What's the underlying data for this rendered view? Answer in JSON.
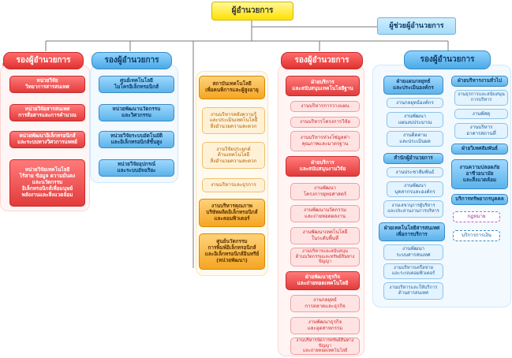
{
  "director": "ผู้อำนวยการ",
  "assistant_director": "ผู้ช่วยผู้อำนวยการ",
  "colors": {
    "red": "#e0322f",
    "blue": "#4ba9e6",
    "orange": "#f5a623",
    "yellow": "#ffe100"
  },
  "col1": {
    "head": "รองผู้อำนวยการ",
    "items": [
      "หน่วยวิจัย\nวิทยาการสารสนเทศ",
      "หน่วยวิจัยสารสนเทศ\nการสื่อสารและการคำนวณ",
      "หน่วยพัฒนาอิเล็กทรอนิกส์\nและระบบทางวิศวการแพทย์",
      "หน่วยวิจัยเทคโนโลยี\nไร้สาย ข้อมูล ความมั่นคง\nและนวัตกรรม\nอิเล็กทรอนิกส์เพื่อมนุษย์\nพลังงานและสิ่งแวดล้อม"
    ]
  },
  "col2": {
    "head": "รองผู้อำนวยการ",
    "items": [
      "ศูนย์เทคโนโลยี\nไมโครอิเล็กทรอนิกส์",
      "หน่วยพัฒนานวัตกรรม\nและวิศวกรรม",
      "หน่วยวิจัยระบบอัตโนมัติ\nและอิเล็กทรอนิกส์ขั้นสูง",
      "หน่วยวิจัยอุปกรณ์\nและระบบอัจฉริยะ"
    ]
  },
  "col3": {
    "sections": [
      {
        "title": "สถาบันเทคโนโลยี\nเพื่อคนพิการและผู้สูงอายุ",
        "children": [
          "งานบริหารคลังความรู้\nและประเมินเทคโนโลยี\nสิ่งอำนวยความสะดวก",
          "งานวิจัยประยุกต์\nด้านเทคโนโลยี\nสิ่งอำนวยความสะดวก",
          "งานบริหารและธุรการ"
        ]
      },
      {
        "title": "งานบริหารคุณภาพ\nบริษัทผลิตอิเล็กทรอนิกส์\nและคอมพิวเตอร์",
        "children": []
      },
      {
        "title": "ศูนย์นวัตกรรม\nการพิมพ์อิเล็กทรอนิกส์\nและอิเล็กทรอนิกส์อินทรีย์\n(หน่วยพัฒนา)",
        "children": []
      }
    ]
  },
  "col4": {
    "head": "รองผู้อำนวยการ",
    "sections": [
      {
        "title": "ฝ่ายบริการ\nและสนับสนุนเทคโนโลยีฐาน",
        "children": [
          "งานบริหารการวางแผน",
          "งานบริหารโครงการวิจัย",
          "งานบริหารห่วงโซ่มูลค่า\nคุณภาพและมาตรฐาน"
        ]
      },
      {
        "title": "ฝ่ายบริการ\nและสนับสนุนงานวิจัย",
        "children": [
          "งานพัฒนา\nโครงการยุทธศาสตร์",
          "งานพัฒนานวัตกรรม\nและถ่ายทอดผลงาน",
          "งานพัฒนาเทคโนโลยี\nในระดับพื้นที่",
          "งานบริหารและสนับสนุน\nด้านนวัตกรรมและทรัพย์สินทางปัญญา"
        ]
      },
      {
        "title": "ฝ่ายพัฒนาธุรกิจ\nและถ่ายทอดเทคโนโลยี",
        "children": [
          "งานกลยุทธ์\nการตลาดและธุรกิจ",
          "งานพัฒนาธุรกิจ\nและอุตสาหกรรม",
          "งานบริหารจัดการทรัพย์สินทางปัญญา\nและถ่ายทอดเทคโนโลยี"
        ]
      }
    ]
  },
  "col5": {
    "head": "รองผู้อำนวยการ",
    "sectionA": {
      "title": "ฝ่ายแผนกลยุทธ์\nและประเมินองค์กร",
      "children": [
        "งานกลยุทธ์องค์กร",
        "งานพัฒนา\nแผนงบประมาณ",
        "งานติดตาม\nและประเมินผล"
      ]
    },
    "sectionB": {
      "title": "สำนักผู้อำนวยการ",
      "children": [
        "งานประชาสัมพันธ์",
        "งานพัฒนา\nบุคลากรและองค์กร",
        "งานเลขานุการผู้บริหาร\nและประสานงานการบริหาร"
      ]
    },
    "sectionC": {
      "title": "ฝ่ายเทคโนโลยีสารสนเทศ\nเพื่อการบริการ",
      "children": [
        "งานพัฒนา\nระบบสารสนเทศ",
        "งานบริหารเครือข่าย\nและระบบคอมพิวเตอร์",
        "งานบริหารและให้บริการ\nด้านสารสนเทศ"
      ]
    },
    "sectionD": {
      "title": "ฝ่ายบริหารงานทั่วไป",
      "children": [
        "งานธุรการและสนับสนุน\nการบริหาร",
        "งานพัสดุ",
        "งานบริหาร\nอาคารสถานที่"
      ]
    },
    "sectionE": {
      "title": "ฝ่ายวิเทศสัมพันธ์",
      "children": []
    },
    "sectionF": {
      "title": "งานความปลอดภัย\nอาชีวอนามัย\nและสิ่งแวดล้อม",
      "children": []
    },
    "extras": [
      "บริการทรัพยากรบุคคล",
      "กฎหมาย",
      "บริการการเงิน"
    ]
  }
}
